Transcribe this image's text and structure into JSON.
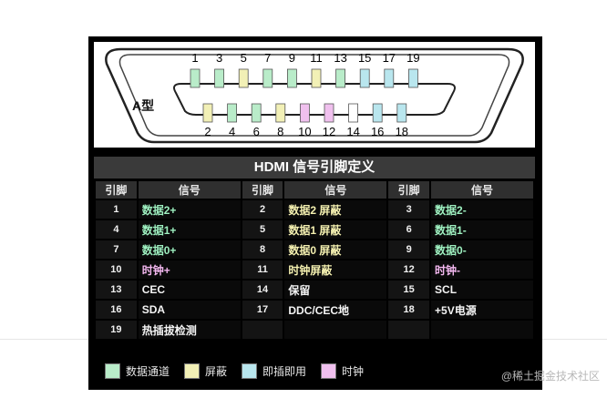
{
  "connector": {
    "type_label": "A型",
    "top_pins": [
      "1",
      "3",
      "5",
      "7",
      "9",
      "11",
      "13",
      "15",
      "17",
      "19"
    ],
    "bottom_pins": [
      "2",
      "4",
      "6",
      "8",
      "10",
      "12",
      "14",
      "16",
      "18"
    ],
    "top_pin_colors": [
      "#b9ecc9",
      "#b9ecc9",
      "#f2f0b6",
      "#b9ecc9",
      "#b9ecc9",
      "#f2f0b6",
      "#b9ecc9",
      "#b9e6ee",
      "#b9e6ee",
      "#b9e6ee"
    ],
    "bottom_pin_colors": [
      "#f2f0b6",
      "#b9ecc9",
      "#b9ecc9",
      "#f2f0b6",
      "#f0c0ee",
      "#f0c0ee",
      "#ffffff",
      "#b9e6ee",
      "#b9e6ee"
    ]
  },
  "table": {
    "title": "HDMI  信号引脚定义",
    "headers": [
      "引脚",
      "信号",
      "引脚",
      "信号",
      "引脚",
      "信号"
    ],
    "rows": [
      [
        {
          "n": "1",
          "s": "数据2+",
          "c": "data"
        },
        {
          "n": "2",
          "s": "数据2 屏蔽",
          "c": "shield"
        },
        {
          "n": "3",
          "s": "数据2-",
          "c": "data"
        }
      ],
      [
        {
          "n": "4",
          "s": "数据1+",
          "c": "data"
        },
        {
          "n": "5",
          "s": "数据1 屏蔽",
          "c": "shield"
        },
        {
          "n": "6",
          "s": "数据1-",
          "c": "data"
        }
      ],
      [
        {
          "n": "7",
          "s": "数据0+",
          "c": "data"
        },
        {
          "n": "8",
          "s": "数据0 屏蔽",
          "c": "shield"
        },
        {
          "n": "9",
          "s": "数据0-",
          "c": "data"
        }
      ],
      [
        {
          "n": "10",
          "s": "时钟+",
          "c": "clock"
        },
        {
          "n": "11",
          "s": "时钟屏蔽",
          "c": "shield"
        },
        {
          "n": "12",
          "s": "时钟-",
          "c": "clock"
        }
      ],
      [
        {
          "n": "13",
          "s": "CEC",
          "c": "plain"
        },
        {
          "n": "14",
          "s": "保留",
          "c": "plain"
        },
        {
          "n": "15",
          "s": "SCL",
          "c": "plain"
        }
      ],
      [
        {
          "n": "16",
          "s": "SDA",
          "c": "plain"
        },
        {
          "n": "17",
          "s": "DDC/CEC地",
          "c": "plain"
        },
        {
          "n": "18",
          "s": "+5V电源",
          "c": "plain"
        }
      ],
      [
        {
          "n": "19",
          "s": "热插拔检测",
          "c": "plain"
        },
        {
          "n": "",
          "s": "",
          "c": "plain"
        },
        {
          "n": "",
          "s": "",
          "c": "plain"
        }
      ]
    ]
  },
  "legend": [
    {
      "label": "数据通道",
      "color": "#b9ecc9"
    },
    {
      "label": "屏蔽",
      "color": "#f2f0b6"
    },
    {
      "label": "即插即用",
      "color": "#b9e6ee"
    },
    {
      "label": "时钟",
      "color": "#f0c0ee"
    }
  ],
  "watermark": "@稀土掘金技术社区"
}
